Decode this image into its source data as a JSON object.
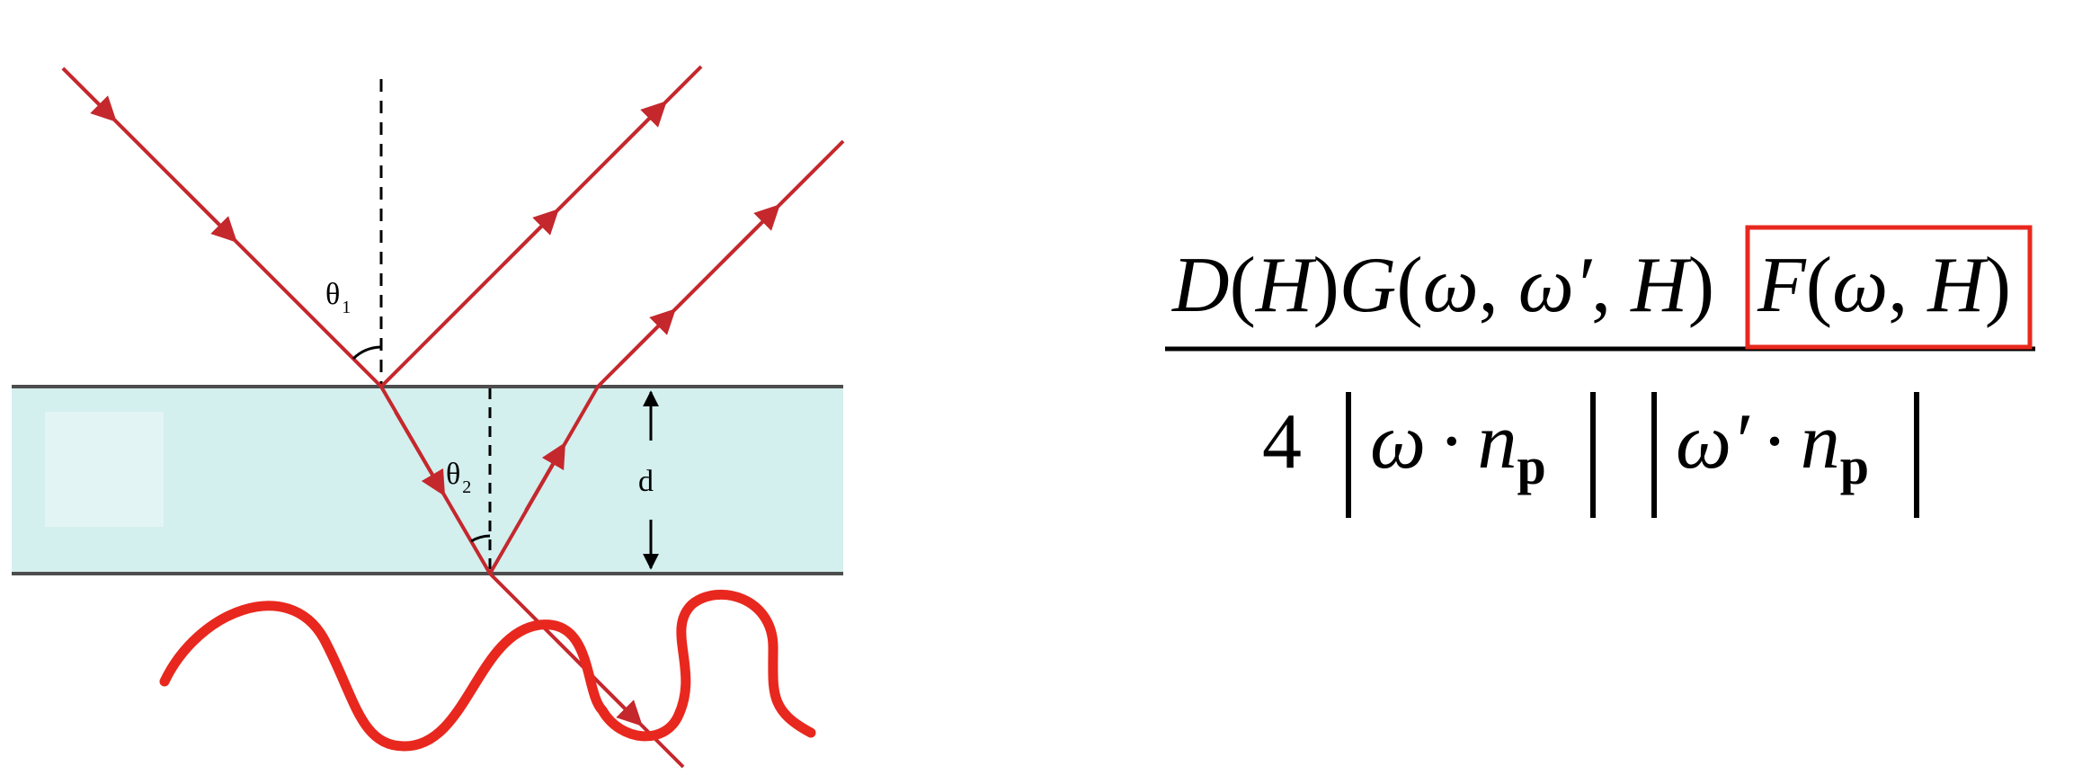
{
  "diagram": {
    "labels": {
      "theta1": "θ",
      "theta1_sub": "1",
      "theta2": "θ",
      "theta2_sub": "2",
      "thickness": "d"
    },
    "colors": {
      "ray": "#c4282d",
      "slab_fill": "#d3efee",
      "slab_edge": "#4d4d4d",
      "wave": "#e8281e",
      "text": "#000000"
    }
  },
  "formula": {
    "numerator": {
      "D": "D",
      "H": "H",
      "G": "G",
      "omega": "ω",
      "omega_prime": "ω′",
      "F": "F"
    },
    "denominator": {
      "four": "4",
      "omega": "ω",
      "omega_prime": "ω′",
      "dot": "·",
      "n": "n",
      "p": "p"
    },
    "highlight_color": "#e8281e"
  }
}
